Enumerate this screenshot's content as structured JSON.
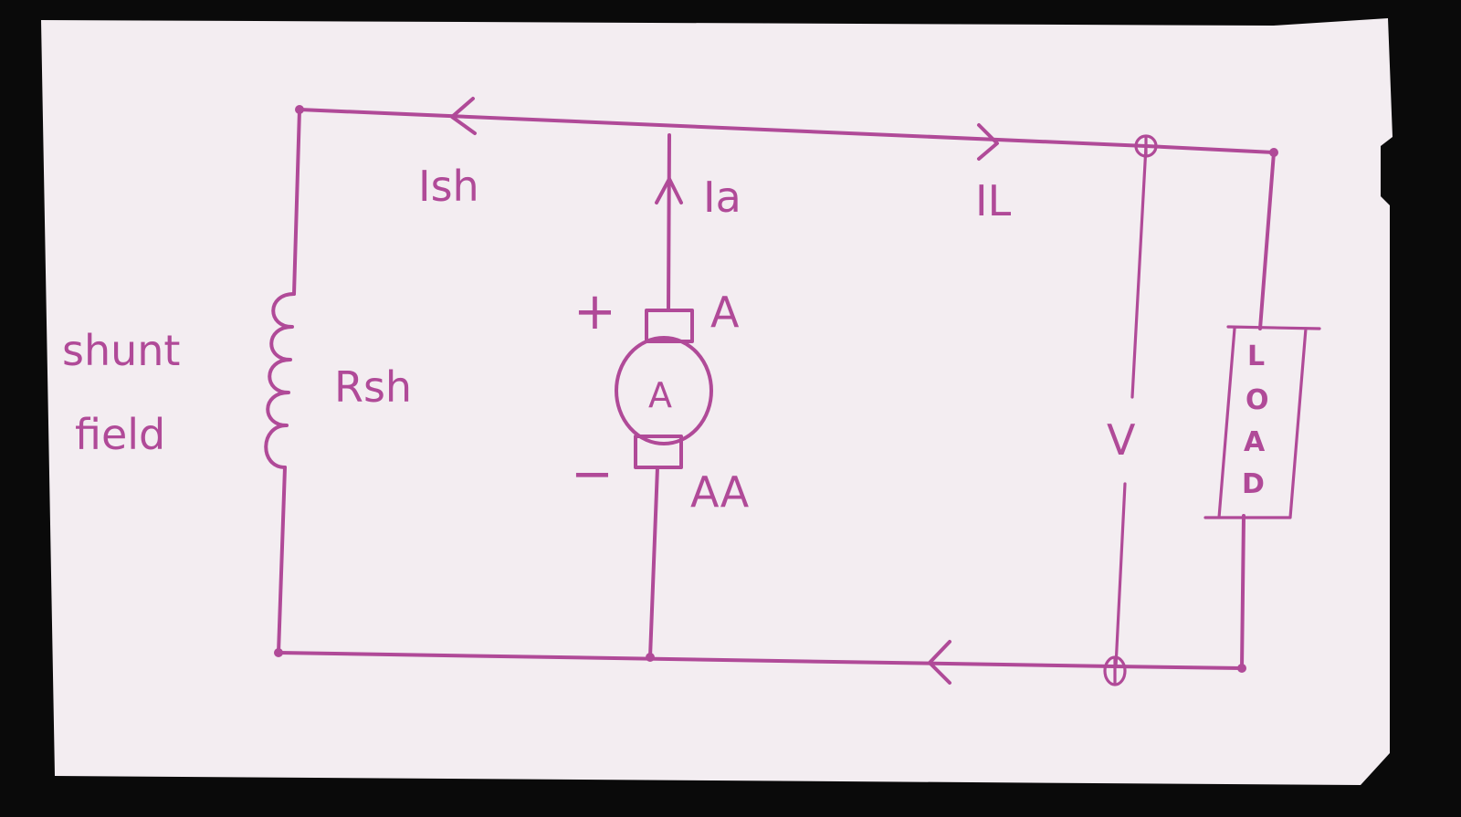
{
  "colors": {
    "ink": "#b04a98",
    "paper": "#f3edf1"
  },
  "labels": {
    "shunt_line1": "shunt",
    "shunt_line2": "field",
    "rsh": "Rsh",
    "ish": "Ish",
    "ia": "Ia",
    "il": "IL",
    "plus": "+",
    "minus": "−",
    "terminal_a": "A",
    "terminal_aa": "AA",
    "armature": "A",
    "voltage": "V",
    "load": [
      "L",
      "O",
      "A",
      "D"
    ]
  }
}
